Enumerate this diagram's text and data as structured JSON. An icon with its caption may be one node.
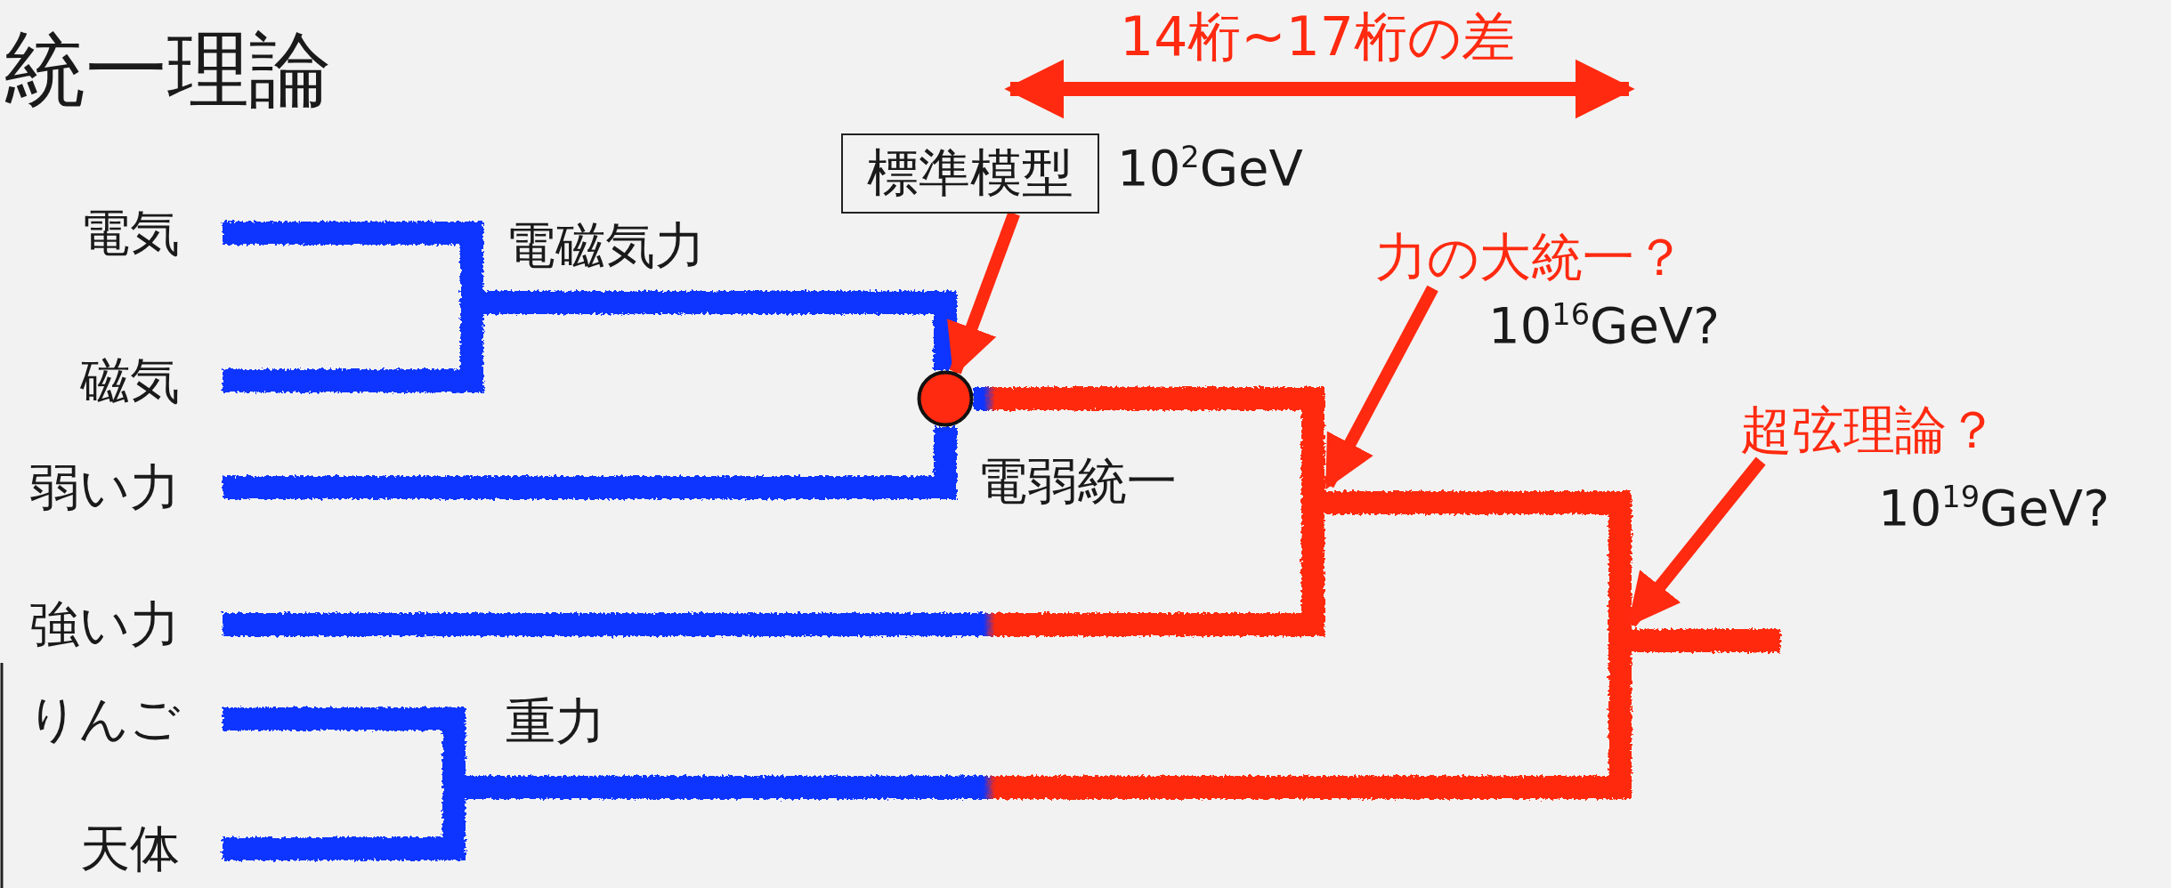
{
  "diagram": {
    "title": "統一理論",
    "nodes": [
      {
        "text": [
          "電気"
        ]
      },
      {
        "text": [
          "磁気"
        ]
      },
      {
        "text": [
          "弱い力"
        ]
      },
      {
        "text": [
          "強い力"
        ]
      },
      {
        "text": [
          "りんご"
        ]
      },
      {
        "text": [
          "天体"
        ]
      },
      {
        "text": [],
        "shape": "circle"
      },
      {
        "text": [
          "標準模型"
        ],
        "beside": [
          "10$^{2}$GeV"
        ]
      },
      {
        "text": [
          "力の大統一？"
        ],
        "beside": [
          "10$^{16}$GeV?"
        ]
      },
      {
        "text": [
          "超弦理論？"
        ],
        "beside": [
          "10$^{19}$GeV?"
        ]
      }
    ],
    "edges": [
      {
        "from": 0,
        "to": 6,
        "arrow": "none"
      },
      {
        "from": 1,
        "to": 6,
        "arrow": "none"
      },
      {
        "from": 2,
        "to": 6,
        "arrow": "none"
      },
      {
        "from": 6,
        "to": null,
        "arrow": "none"
      },
      {
        "from": 3,
        "to": null,
        "arrow": "none"
      },
      {
        "from": 4,
        "to": null,
        "arrow": "none"
      },
      {
        "from": 5,
        "to": null,
        "arrow": "none"
      },
      {
        "from": 7,
        "to": 6,
        "arrow": "to",
        "color": "#ff2a10"
      },
      {
        "from": 8,
        "to": null,
        "arrow": "to",
        "color": "#ff2a10"
      },
      {
        "from": 9,
        "to": null,
        "arrow": "to",
        "color": "#ff2a10"
      }
    ],
    "labels": [
      "14桁~17桁の差",
      "電磁気力",
      "電弱統一",
      "重力"
    ]
  }
}
